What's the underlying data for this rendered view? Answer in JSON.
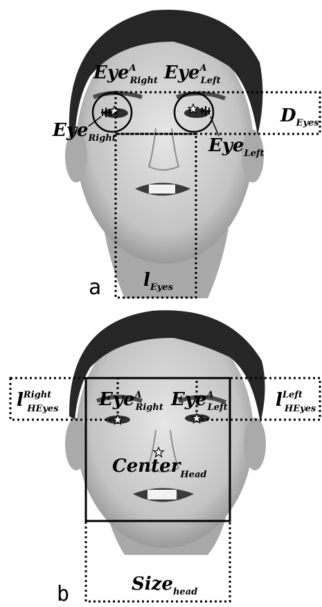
{
  "figure": {
    "panel_a": {
      "letter": "a",
      "labels": {
        "eye_a_right": {
          "base": "Eye",
          "sup": "A",
          "sub": "Right"
        },
        "eye_a_left": {
          "base": "Eye",
          "sup": "A",
          "sub": "Left"
        },
        "eye_right": {
          "base": "Eye",
          "sub": "Right"
        },
        "eye_left": {
          "base": "Eye",
          "sub": "Left"
        },
        "d_eyes": {
          "base": "D",
          "sub": "Eyes"
        },
        "l_eyes": {
          "base": "l",
          "sub": "Eyes"
        }
      }
    },
    "panel_b": {
      "letter": "b",
      "labels": {
        "eye_a_right": {
          "base": "Eye",
          "sup": "A",
          "sub": "Right"
        },
        "eye_a_left": {
          "base": "Eye",
          "sup": "A",
          "sub": "Left"
        },
        "l_he_right": {
          "base": "l",
          "sup": "Right",
          "sub": "HEyes"
        },
        "l_he_left": {
          "base": "l",
          "sup": "Left",
          "sub": "HEyes"
        },
        "center_head": {
          "base": "Center",
          "sub": "Head"
        },
        "size_head": {
          "base": "Size",
          "sub": "head"
        }
      }
    },
    "colors": {
      "line": "#000000",
      "skin": "#b8b8b8",
      "hair": "#262626",
      "background": "#ffffff"
    }
  }
}
